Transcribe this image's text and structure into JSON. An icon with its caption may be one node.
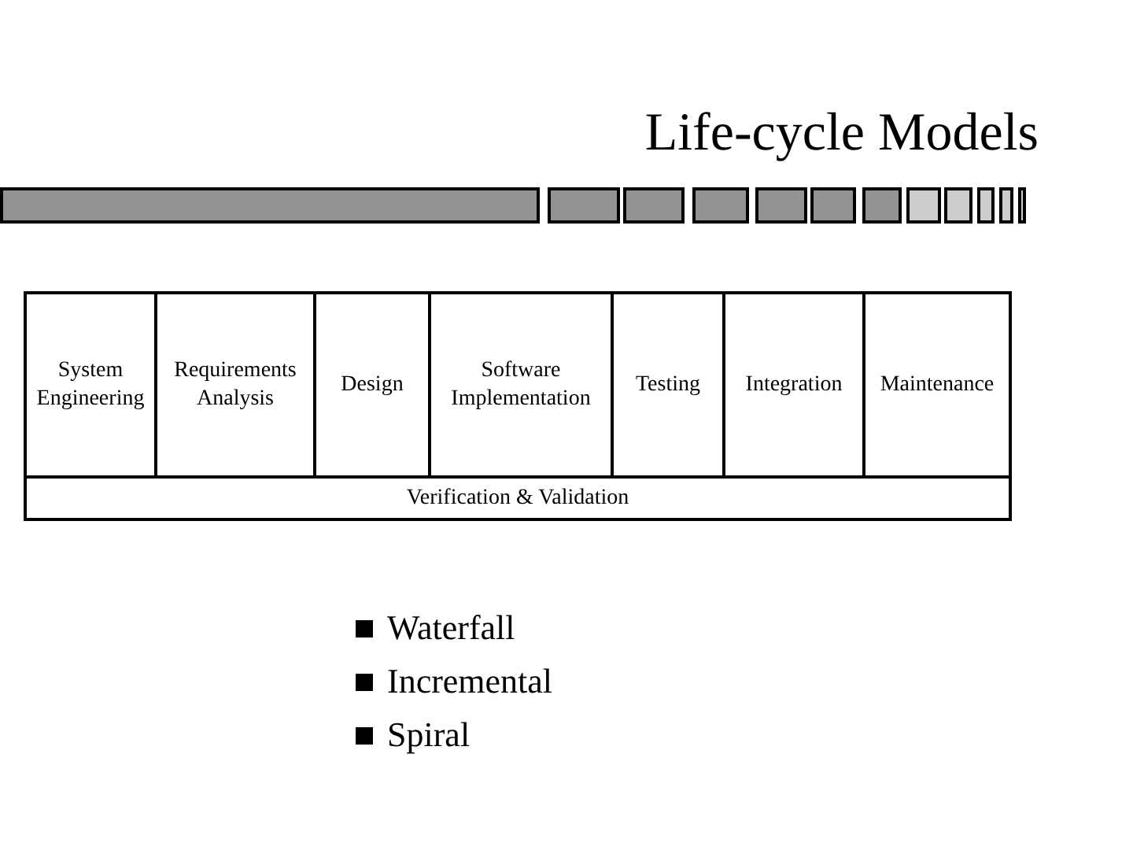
{
  "diagram": {
    "title": "Life-cycle Models",
    "nodes": [
      {
        "text": [
          "System Engineering"
        ]
      },
      {
        "text": [
          "Requirements Analysis"
        ]
      },
      {
        "text": [
          "Design"
        ]
      },
      {
        "text": [
          "Software Implementation"
        ]
      },
      {
        "text": [
          "Testing"
        ]
      },
      {
        "text": [
          "Integration"
        ]
      },
      {
        "text": [
          "Maintenance"
        ]
      },
      {
        "text": [
          "Verification & Validation"
        ]
      }
    ],
    "labels": [
      "Waterfall",
      "Incremental",
      "Spiral"
    ]
  }
}
